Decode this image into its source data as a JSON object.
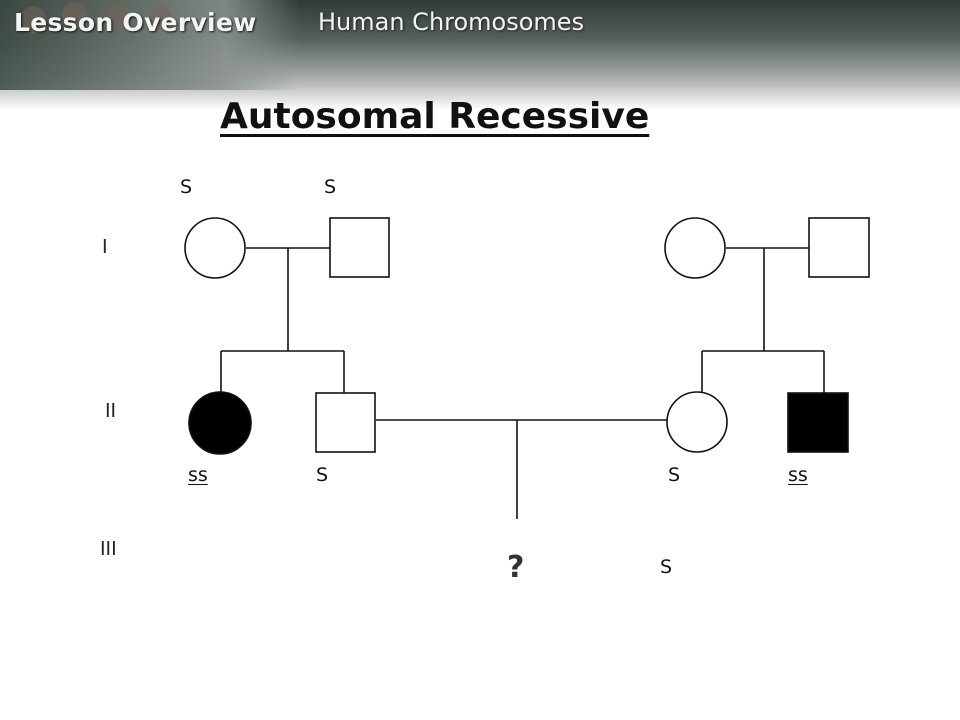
{
  "header": {
    "nav_title": "Lesson Overview",
    "section_title": "Human Chromosomes"
  },
  "slide": {
    "title": "Autosomal Recessive"
  },
  "generations": [
    "I",
    "II",
    "III"
  ],
  "genotypes": {
    "g1_female_left": "S",
    "g1_male_left": "S",
    "g2_affected_female": "ss",
    "g2_male_left": "S",
    "g2_female_right": "S",
    "g2_affected_male": "ss",
    "g3_label": "S"
  },
  "offspring_symbol": "?",
  "colors": {
    "header_dark": "#2f3a35",
    "affected_fill": "#000000",
    "unaffected_fill": "#ffffff"
  }
}
